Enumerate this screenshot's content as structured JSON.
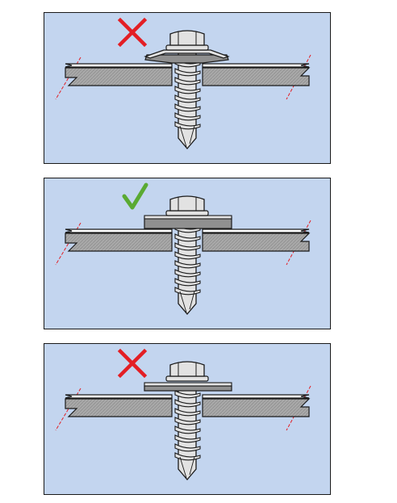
{
  "colors": {
    "background": "#c3d5ef",
    "cross": "#e31e24",
    "check": "#5aaa32",
    "metal": "#e2e2e2",
    "sheet": "#a9a9a9",
    "outline": "#1a1a1a",
    "break_line": "#e31e24"
  },
  "panels": [
    {
      "status": "incorrect",
      "icon": "cross-icon",
      "washer": "deformed-overtightened"
    },
    {
      "status": "correct",
      "icon": "check-icon",
      "washer": "compressed-correct"
    },
    {
      "status": "incorrect",
      "icon": "cross-icon",
      "washer": "uncompressed-undertightened"
    }
  ]
}
